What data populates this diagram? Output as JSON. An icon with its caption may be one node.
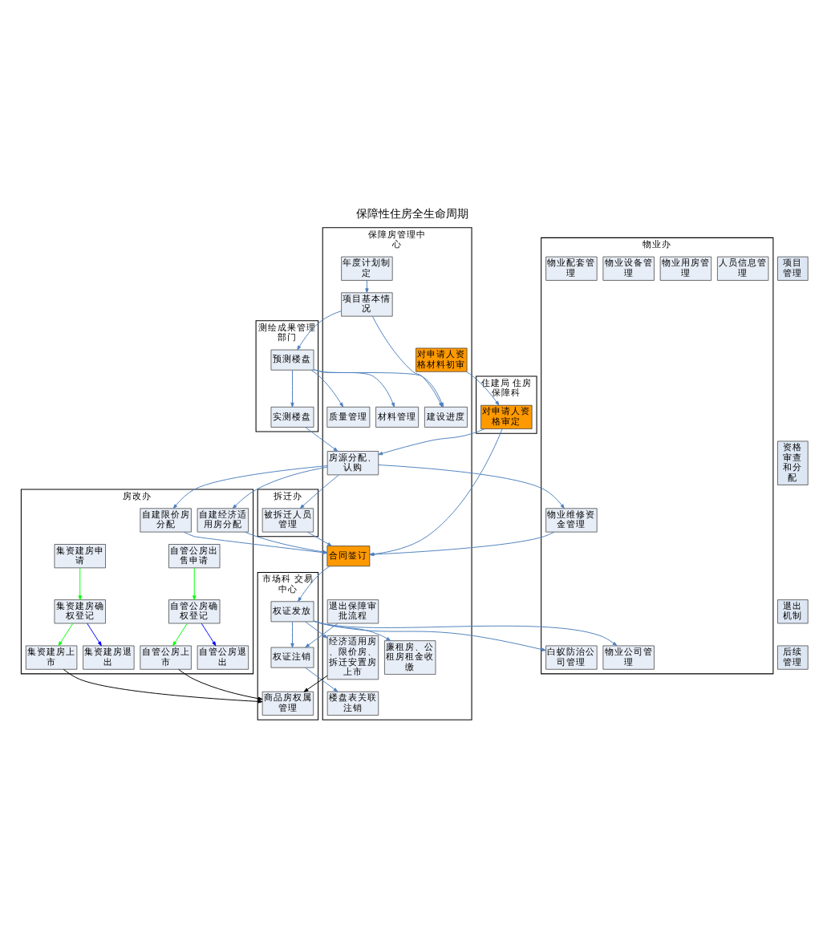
{
  "diagram": {
    "title": "保障性住房全生命周期",
    "nodes": [
      {
        "text": [
          "市场科 交易中心"
        ]
      },
      {
        "text": [
          "测绘成果管理部门"
        ]
      },
      {
        "text": [
          "保障房管理中心"
        ]
      },
      {
        "text": [
          "住建局 住房保障科"
        ]
      },
      {
        "text": [
          "物业办"
        ]
      },
      {
        "text": [
          "拆迁办"
        ]
      },
      {
        "text": [
          "房改办"
        ]
      },
      {
        "text": [
          "项目管理"
        ]
      },
      {
        "text": [
          "资格审查和分配"
        ]
      },
      {
        "text": [
          "后续管理"
        ]
      },
      {
        "text": [
          "退出机制"
        ]
      },
      {
        "text": [
          "年度计划制定"
        ],
        "in": 2
      },
      {
        "text": [
          "项目基本情况"
        ],
        "in": 2
      },
      {
        "text": [
          "建设进度"
        ],
        "in": 2
      },
      {
        "text": [
          "质量管理"
        ],
        "in": 2
      },
      {
        "text": [
          "材料管理"
        ],
        "in": 2
      },
      {
        "text": [
          "预测楼盘"
        ],
        "in": 1
      },
      {
        "text": [
          "房源分配、认购"
        ],
        "in": 2
      },
      {
        "text": [
          "实测楼盘"
        ],
        "in": 1
      },
      {
        "text": [
          "对申请人资格材料初审"
        ],
        "in": 2
      },
      {
        "text": [
          "对申请人资格审定"
        ],
        "in": 3
      },
      {
        "text": [
          "合同签订"
        ],
        "in": 2
      },
      {
        "text": [
          "权证发放"
        ],
        "in": 0
      },
      {
        "text": [
          "物业维修资金管理"
        ],
        "in": 4
      },
      {
        "text": [
          "被拆迁人员管理"
        ],
        "in": 5
      },
      {
        "text": [
          "自建经济适用房分配"
        ],
        "in": 6
      },
      {
        "text": [
          "自建限价房分配"
        ],
        "in": 6
      },
      {
        "text": [
          "自管公房出售申请"
        ],
        "in": 6
      },
      {
        "text": [
          "集资建房申请"
        ],
        "in": 6
      },
      {
        "text": [
          "自管公房确权登记"
        ],
        "in": 6
      },
      {
        "text": [
          "集资建房确权登记"
        ],
        "in": 6
      },
      {
        "text": [
          "廉租房、公租房租金收缴"
        ],
        "in": 2
      },
      {
        "text": [
          "经济适用房、限价房、拆迁安置房上市"
        ],
        "in": 2
      },
      {
        "text": [
          "物业公司管理"
        ],
        "in": 4
      },
      {
        "text": [
          "白蚁防治公司管理"
        ],
        "in": 4
      },
      {
        "text": [
          "人员信息管理"
        ],
        "in": 4
      },
      {
        "text": [
          "物业用房管理"
        ],
        "in": 4
      },
      {
        "text": [
          "物业设备管理"
        ],
        "in": 4
      },
      {
        "text": [
          "物业配套管理"
        ],
        "in": 4
      },
      {
        "text": [
          "自管公房上市"
        ],
        "in": 6
      },
      {
        "text": [
          "集资建房上市"
        ],
        "in": 6
      },
      {
        "text": [
          "退出保障审批流程"
        ],
        "in": 2
      },
      {
        "text": [
          "楼盘表关联注销"
        ],
        "in": 2
      },
      {
        "text": [
          "权证注销"
        ],
        "in": 0
      },
      {
        "text": [
          "商品房权属管理"
        ],
        "in": 0
      },
      {
        "text": [
          "自管公房退出"
        ],
        "in": 6
      },
      {
        "text": [
          "集资建房退出"
        ],
        "in": 6
      }
    ],
    "edges": [
      {
        "from": 11,
        "to": 12,
        "arrow": "to"
      },
      {
        "from": 12,
        "to": 13,
        "arrow": "to"
      },
      {
        "from": 12,
        "to": 16,
        "arrow": "to"
      },
      {
        "from": 16,
        "to": 13,
        "arrow": "to"
      },
      {
        "from": 16,
        "to": 14,
        "arrow": "to"
      },
      {
        "from": 16,
        "to": 15,
        "arrow": "to"
      },
      {
        "from": 16,
        "to": 18,
        "arrow": "to"
      },
      {
        "from": 18,
        "to": 17,
        "arrow": "to"
      },
      {
        "from": 20,
        "to": 17,
        "arrow": "to"
      },
      {
        "from": 19,
        "to": 20,
        "arrow": "to"
      },
      {
        "from": 17,
        "to": 23,
        "arrow": "to"
      },
      {
        "from": 17,
        "to": 24,
        "arrow": "to"
      },
      {
        "from": 17,
        "to": 25,
        "arrow": "to"
      },
      {
        "from": 17,
        "to": 26,
        "arrow": "to"
      },
      {
        "from": 20,
        "to": 21,
        "arrow": "to"
      },
      {
        "from": 23,
        "to": 21,
        "arrow": "to"
      },
      {
        "from": 24,
        "to": 21,
        "arrow": "to"
      },
      {
        "from": 25,
        "to": 21,
        "arrow": "to"
      },
      {
        "from": 26,
        "to": 21,
        "arrow": "to"
      },
      {
        "from": 21,
        "to": 22,
        "arrow": "to"
      },
      {
        "from": 22,
        "to": 33,
        "arrow": "to"
      },
      {
        "from": 22,
        "to": 34,
        "arrow": "to"
      },
      {
        "from": 22,
        "to": 31,
        "arrow": "to"
      },
      {
        "from": 22,
        "to": 32,
        "arrow": "to"
      },
      {
        "from": 22,
        "to": 43,
        "arrow": "to"
      },
      {
        "from": 41,
        "to": 43,
        "arrow": "to"
      },
      {
        "from": 43,
        "to": 42,
        "arrow": "to"
      },
      {
        "from": 27,
        "to": 29,
        "arrow": "to",
        "color": "#00ff00"
      },
      {
        "from": 28,
        "to": 30,
        "arrow": "to",
        "color": "#00ff00"
      },
      {
        "from": 29,
        "to": 39,
        "arrow": "to",
        "color": "#00ff00"
      },
      {
        "from": 30,
        "to": 40,
        "arrow": "to",
        "color": "#00ff00"
      },
      {
        "from": 29,
        "to": 45,
        "arrow": "to",
        "color": "#0000ff"
      },
      {
        "from": 30,
        "to": 46,
        "arrow": "to",
        "color": "#0000ff"
      },
      {
        "from": 32,
        "to": 44,
        "arrow": "to",
        "color": "#000000"
      },
      {
        "from": 39,
        "to": 44,
        "arrow": "to",
        "color": "#000000"
      },
      {
        "from": 40,
        "to": 44,
        "arrow": "to",
        "color": "#000000"
      }
    ]
  }
}
